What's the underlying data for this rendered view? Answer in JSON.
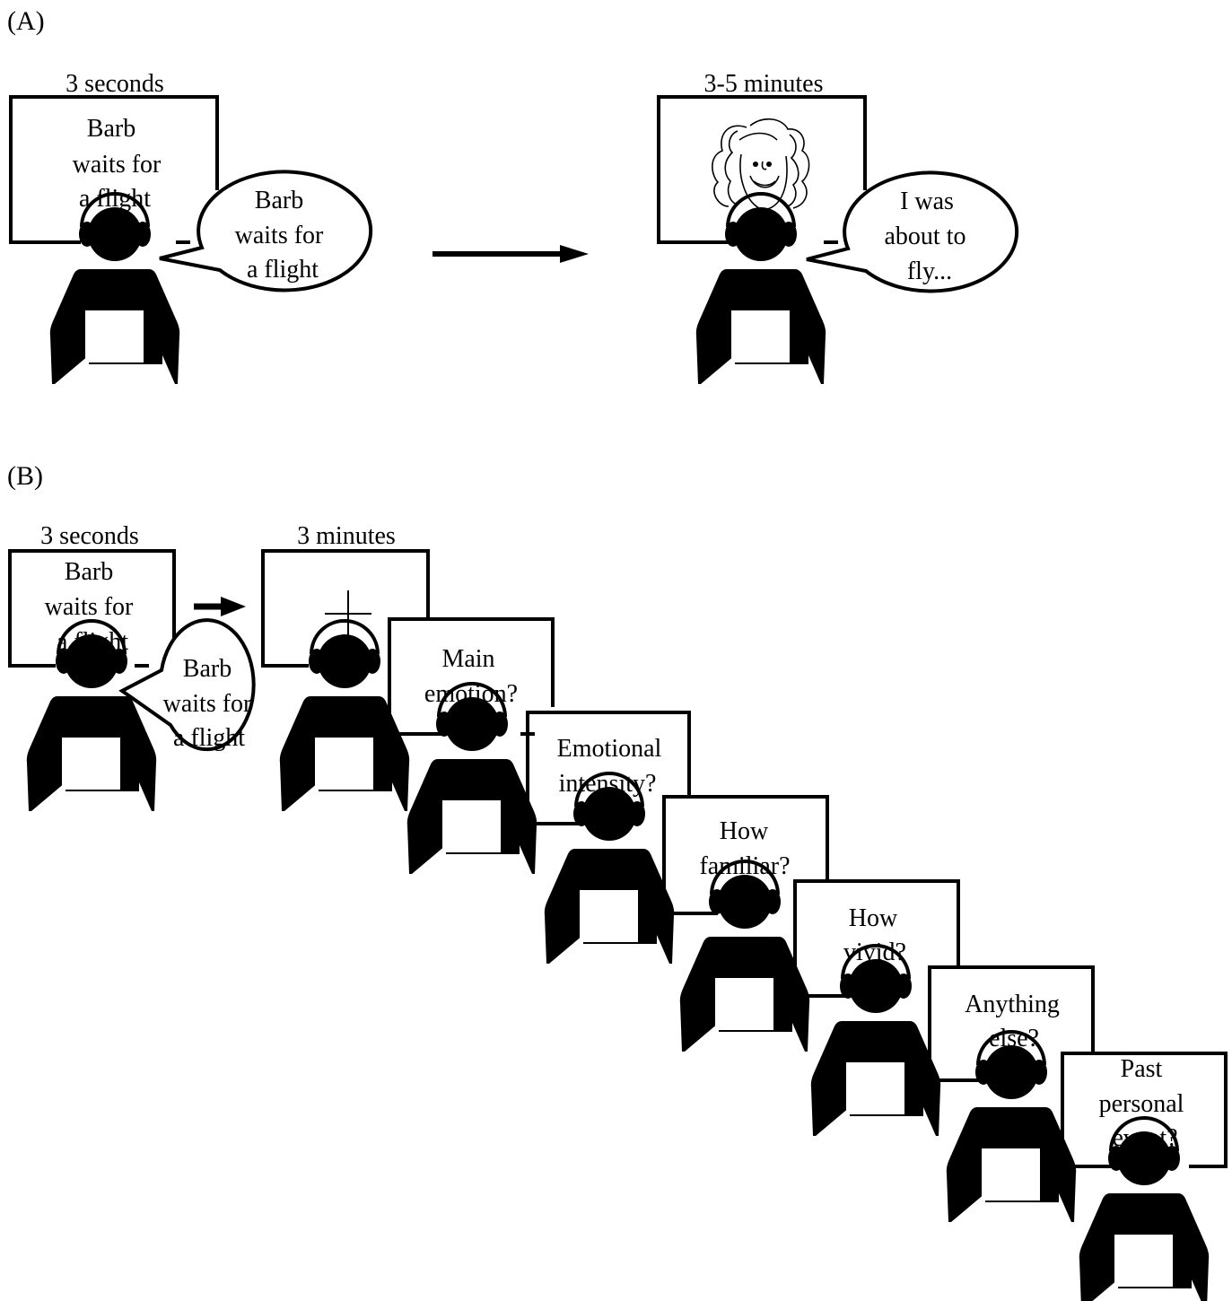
{
  "panel_a": {
    "label": "(A)",
    "screen_1": {
      "duration": "3 seconds",
      "lines": [
        "Barb",
        "waits for",
        "a flight"
      ]
    },
    "bubble_1": {
      "lines": [
        "Barb",
        "waits for",
        "a flight"
      ]
    },
    "arrow": "right-arrow",
    "screen_2": {
      "duration": "3-5 minutes",
      "image": "cartoon-woman-face"
    },
    "bubble_2": {
      "lines": [
        "I was",
        "about to",
        "fly..."
      ]
    }
  },
  "panel_b": {
    "label": "(B)",
    "screen_1": {
      "duration": "3 seconds",
      "lines": [
        "Barb",
        "waits for",
        "a flight"
      ]
    },
    "bubble_1": {
      "lines": [
        "Barb",
        "waits for",
        "a flight"
      ]
    },
    "arrow": "right-arrow",
    "screen_2": {
      "duration": "3 minutes",
      "image": "fixation-cross"
    },
    "questions": [
      {
        "lines": [
          "Main",
          "emotion?"
        ]
      },
      {
        "lines": [
          "Emotional",
          "intensity?"
        ]
      },
      {
        "lines": [
          "How",
          "familiar?"
        ]
      },
      {
        "lines": [
          "How",
          "vivid?"
        ]
      },
      {
        "lines": [
          "Anything",
          "else?"
        ]
      },
      {
        "lines": [
          "Past",
          "personal",
          "event?"
        ]
      }
    ]
  },
  "icons": {
    "person": "person-with-headphones-icon",
    "colors": {
      "ink": "#000000",
      "background": "#ffffff"
    }
  }
}
